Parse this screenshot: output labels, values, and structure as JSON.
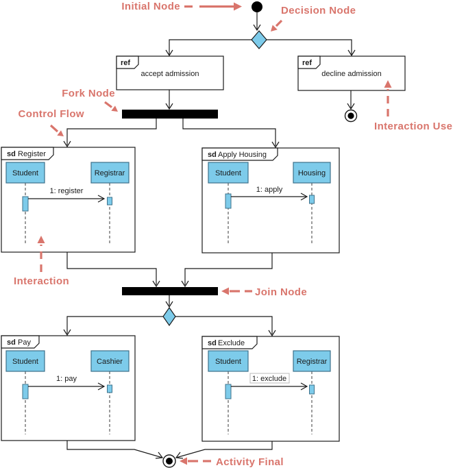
{
  "colors": {
    "annotation": "#d9756c",
    "node_fill": "#7dcbea",
    "node_border": "#3d708a",
    "line": "#1a1a1a"
  },
  "annotations": {
    "initial_node": "Initial Node",
    "decision_node": "Decision Node",
    "fork_node": "Fork Node",
    "control_flow": "Control Flow",
    "interaction_use": "Interaction Use",
    "interaction": "Interaction",
    "join_node": "Join Node",
    "activity_final": "Activity Final"
  },
  "ref_frames": [
    {
      "keyword": "ref",
      "name": "accept admission"
    },
    {
      "keyword": "ref",
      "name": "decline admission"
    }
  ],
  "sd_frames": [
    {
      "keyword": "sd",
      "name": "Register",
      "lifelines": [
        "Student",
        "Registrar"
      ],
      "message": "1: register"
    },
    {
      "keyword": "sd",
      "name": "Apply Housing",
      "lifelines": [
        "Student",
        "Housing"
      ],
      "message": "1: apply"
    },
    {
      "keyword": "sd",
      "name": "Pay",
      "lifelines": [
        "Student",
        "Cashier"
      ],
      "message": "1: pay"
    },
    {
      "keyword": "sd",
      "name": "Exclude",
      "lifelines": [
        "Student",
        "Registrar"
      ],
      "message": "1: exclude"
    }
  ]
}
